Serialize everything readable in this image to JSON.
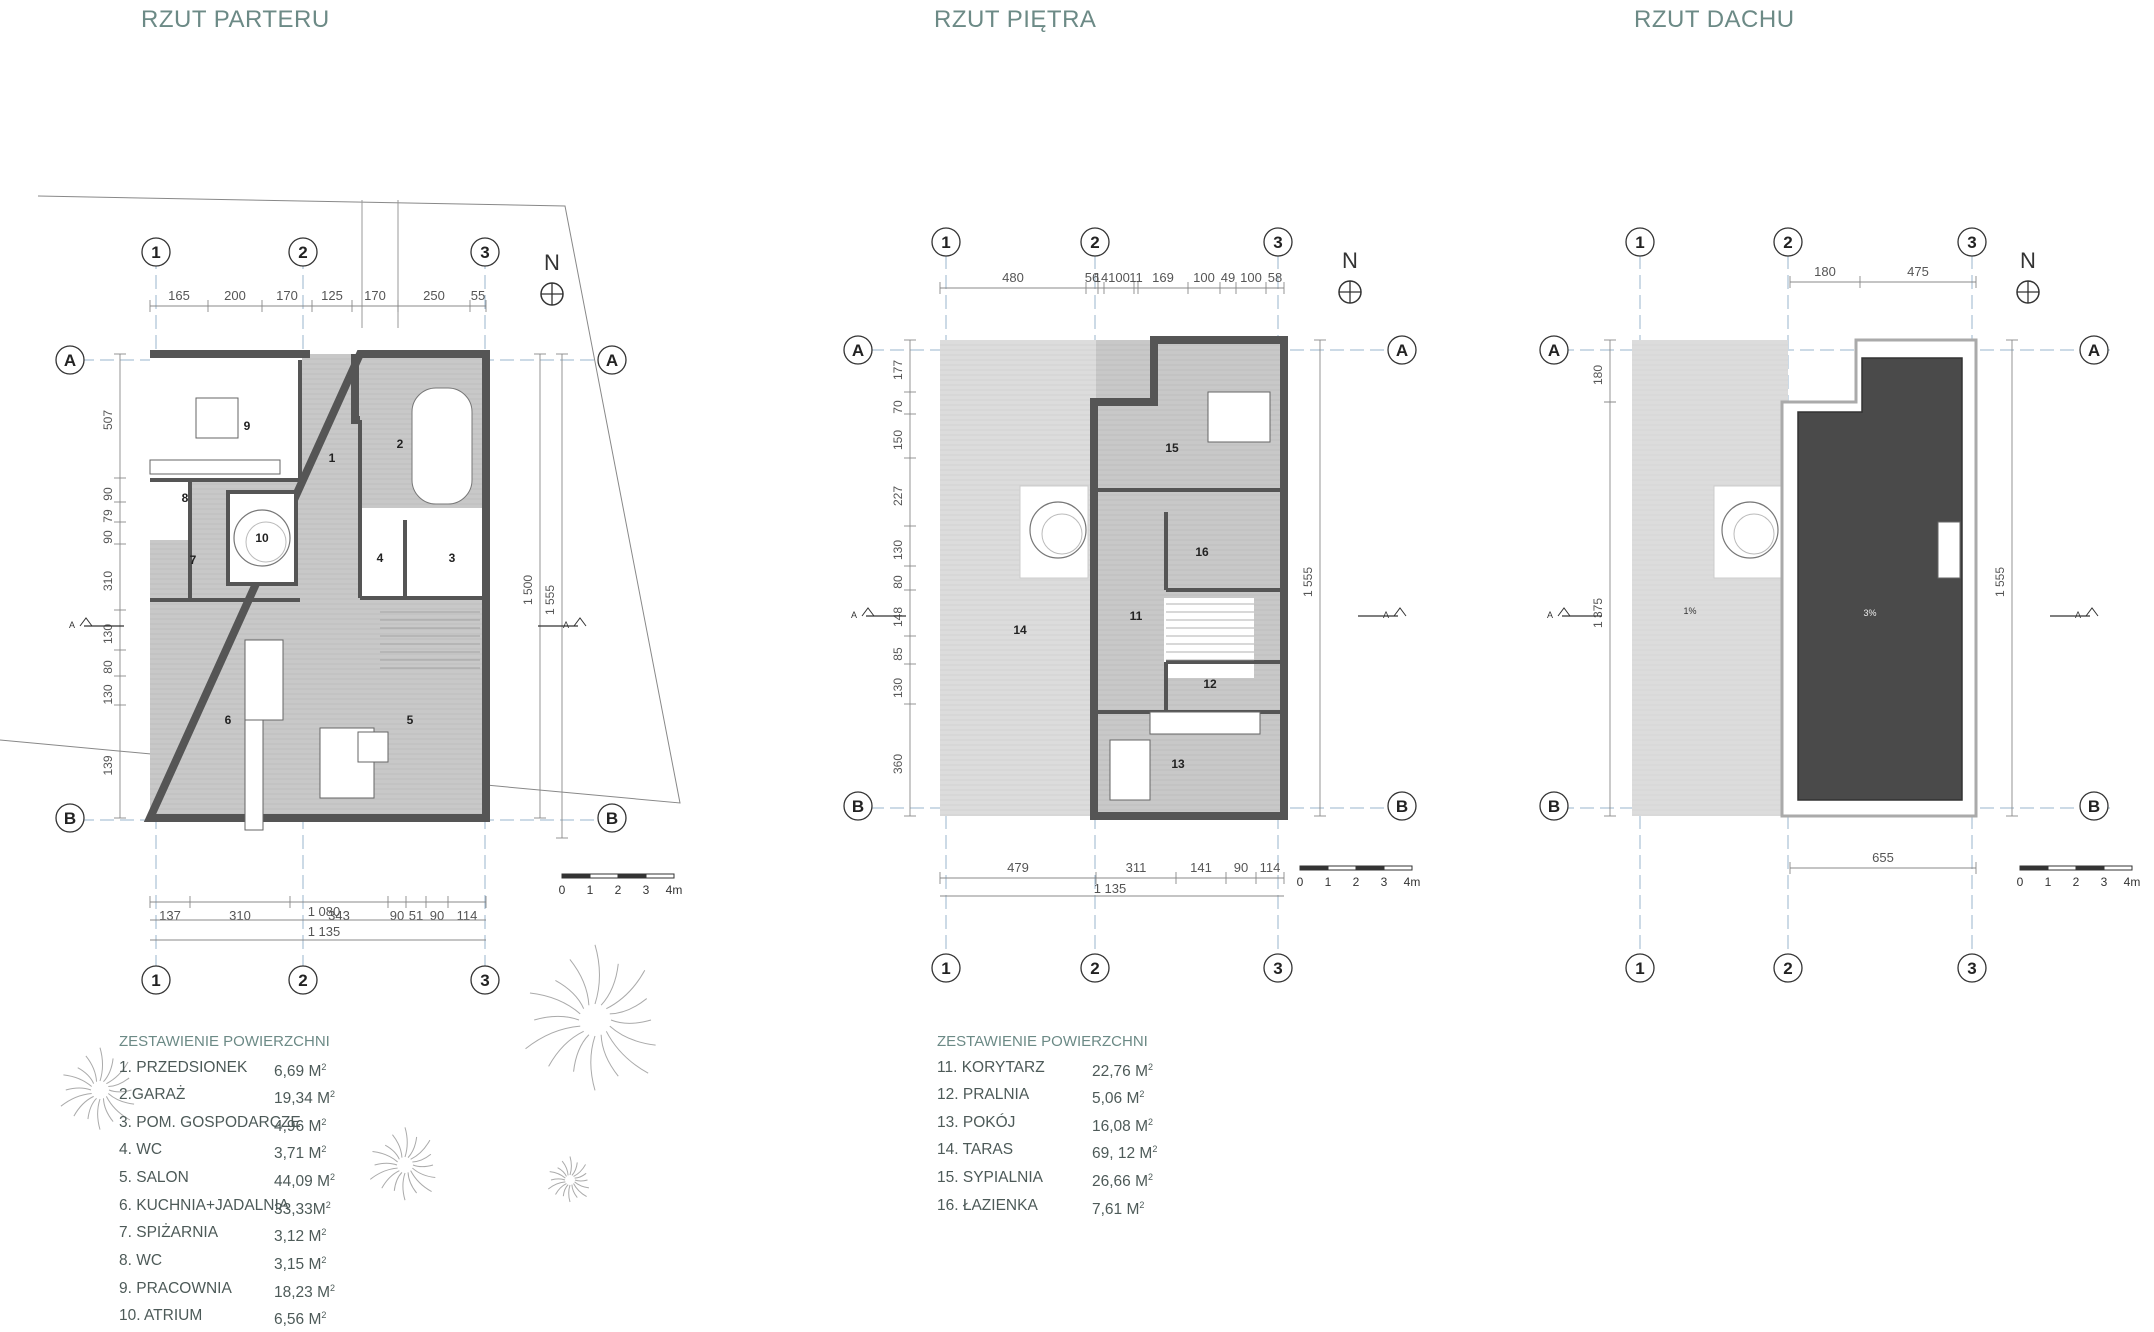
{
  "titles": {
    "ground": "RZUT PARTERU",
    "first": "RZUT PIĘTRA",
    "roof": "RZUT DACHU"
  },
  "north": "N",
  "axes": {
    "num": [
      "1",
      "2",
      "3"
    ],
    "let": [
      "A",
      "B"
    ],
    "section": "A"
  },
  "scale": {
    "ticks": [
      "0",
      "1",
      "2",
      "3",
      "4m"
    ]
  },
  "ground": {
    "top_dims": [
      "165",
      "200",
      "170",
      "125",
      "170",
      "250",
      "55"
    ],
    "left_dims": [
      "507",
      "90",
      "79",
      "90",
      "310",
      "130",
      "80",
      "130",
      "139"
    ],
    "right_dims": [
      "1 500",
      "1 555"
    ],
    "bottom_dims": [
      "137",
      "310",
      "343",
      "90",
      "51",
      "90",
      "114"
    ],
    "total_1": "1 080",
    "total_2": "1 135",
    "rooms": [
      "1",
      "2",
      "3",
      "4",
      "5",
      "6",
      "7",
      "8",
      "9",
      "10"
    ]
  },
  "first": {
    "top_dims": [
      "480",
      "56",
      "14",
      "100",
      "11",
      "169",
      "100",
      "49",
      "100",
      "58"
    ],
    "left_dims": [
      "177",
      "70",
      "150",
      "227",
      "130",
      "80",
      "148",
      "85",
      "130",
      "360"
    ],
    "right_dim": "1 555",
    "bottom_dims": [
      "479",
      "311",
      "141",
      "90",
      "114"
    ],
    "total": "1 135",
    "rooms": [
      "11",
      "12",
      "13",
      "14",
      "15",
      "16"
    ]
  },
  "roof": {
    "top_dims": [
      "180",
      "475"
    ],
    "left_dims": [
      "180",
      "1 375"
    ],
    "right_dim": "1 555",
    "bottom_dim": "655",
    "slope_1": "1%",
    "slope_2": "3%"
  },
  "legend_title": "ZESTAWIENIE POWIERZCHNI",
  "legend_ground": [
    {
      "name": "1. PRZEDSIONEK",
      "area": "6,69 M",
      "unit_sup": "2"
    },
    {
      "name": "2.GARAŻ",
      "area": "19,34 M",
      "unit_sup": "2"
    },
    {
      "name": "3. POM. GOSPODARCZE",
      "area": "4,96 M",
      "unit_sup": "2"
    },
    {
      "name": "4. WC",
      "area": "3,71 M",
      "unit_sup": "2"
    },
    {
      "name": "5. SALON",
      "area": "44,09 M",
      "unit_sup": "2"
    },
    {
      "name": "6. KUCHNIA+JADALNIA",
      "area": "33,33M",
      "unit_sup": "2"
    },
    {
      "name": "7. SPIŻARNIA",
      "area": "3,12 M",
      "unit_sup": "2"
    },
    {
      "name": "8. WC",
      "area": "3,15 M",
      "unit_sup": "2"
    },
    {
      "name": "9. PRACOWNIA",
      "area": "18,23 M",
      "unit_sup": "2"
    },
    {
      "name": "10. ATRIUM",
      "area": "6,56 M",
      "unit_sup": "2"
    }
  ],
  "legend_first": [
    {
      "name": "11. KORYTARZ",
      "area": "22,76 M",
      "unit_sup": "2"
    },
    {
      "name": "12. PRALNIA",
      "area": "5,06 M",
      "unit_sup": "2"
    },
    {
      "name": "13. POKÓJ",
      "area": "16,08 M",
      "unit_sup": "2"
    },
    {
      "name": "14. TARAS",
      "area": "69, 12 M",
      "unit_sup": "2"
    },
    {
      "name": "15. SYPIALNIA",
      "area": "26,66 M",
      "unit_sup": "2"
    },
    {
      "name": "16. ŁAZIENKA",
      "area": "7,61 M",
      "unit_sup": "2"
    }
  ],
  "colors": {
    "wall": "#555555",
    "floor": "#c8c8c8",
    "terrace": "#dcdcdc",
    "roof": "#4a4a4a",
    "accent": "#6c8a86",
    "axis": "#9ab6cc"
  }
}
